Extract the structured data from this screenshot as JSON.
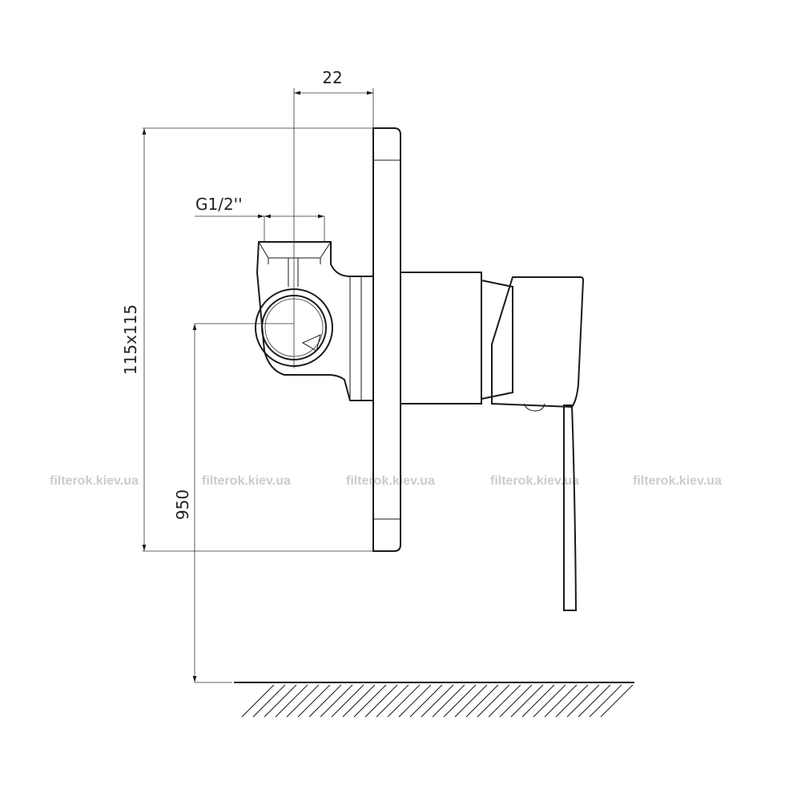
{
  "dimensions": {
    "top_width": "22",
    "thread": "G1/2''",
    "plate_size": "115x115",
    "height_from_floor": "950"
  },
  "watermark": "filterok.kiev.ua"
}
